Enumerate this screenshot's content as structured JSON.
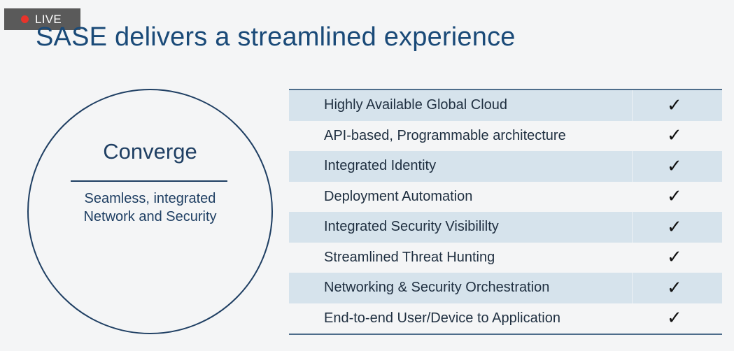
{
  "live_badge": {
    "label": "LIVE",
    "dot_color": "#e8332b"
  },
  "slide": {
    "title": "SASE delivers a streamlined experience"
  },
  "circle": {
    "heading": "Converge",
    "subtext_line1": "Seamless, integrated",
    "subtext_line2": "Network and Security"
  },
  "table": {
    "check_symbol": "✓",
    "rows": [
      {
        "label": "Highly Available Global Cloud",
        "checked": true
      },
      {
        "label": "API-based, Programmable architecture",
        "checked": true
      },
      {
        "label": "Integrated Identity",
        "checked": true
      },
      {
        "label": "Deployment Automation",
        "checked": true
      },
      {
        "label": "Integrated Security Visibililty",
        "checked": true
      },
      {
        "label": "Streamlined Threat Hunting",
        "checked": true
      },
      {
        "label": "Networking & Security Orchestration",
        "checked": true
      },
      {
        "label": "End-to-end User/Device to Application",
        "checked": true
      }
    ]
  },
  "colors": {
    "title": "#1a4a78",
    "circle_stroke": "#1f3f63",
    "shaded_row": "#d6e3ec"
  }
}
